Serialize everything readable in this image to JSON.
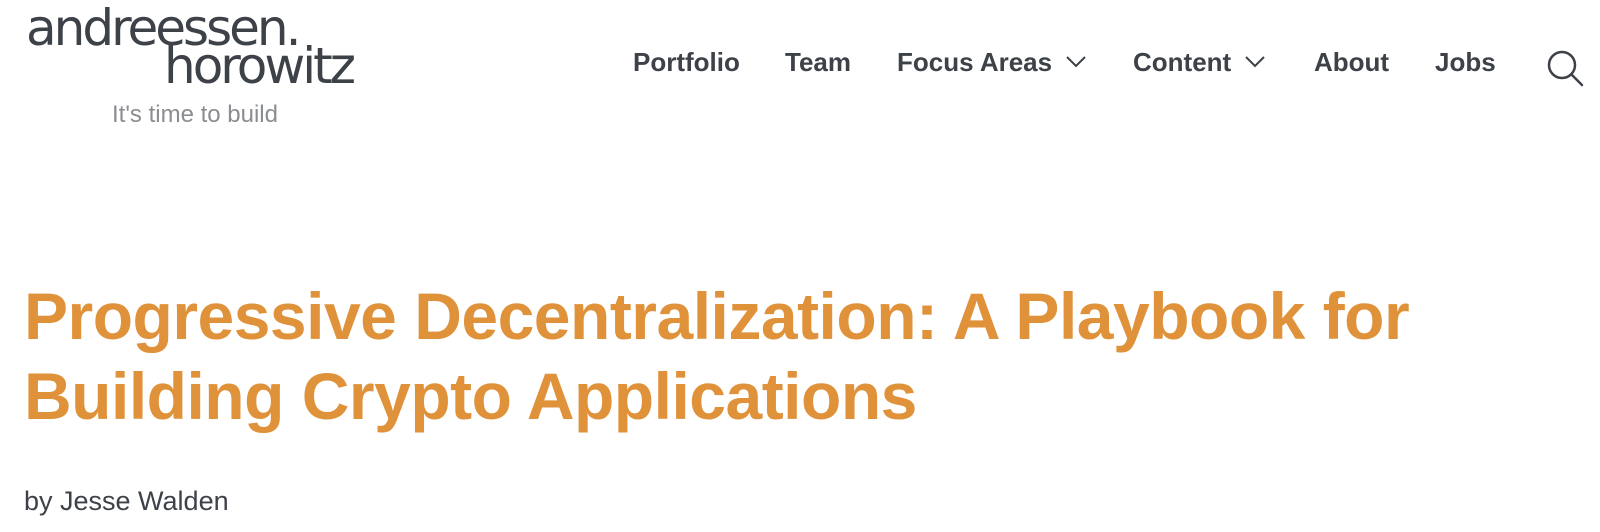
{
  "brand": {
    "logo_line1": "andreessen.",
    "logo_line2": "horowitz",
    "tagline": "It's time to build"
  },
  "nav": {
    "items": [
      {
        "label": "Portfolio",
        "has_dropdown": false
      },
      {
        "label": "Team",
        "has_dropdown": false
      },
      {
        "label": "Focus Areas",
        "has_dropdown": true
      },
      {
        "label": "Content",
        "has_dropdown": true
      },
      {
        "label": "About",
        "has_dropdown": false
      },
      {
        "label": "Jobs",
        "has_dropdown": false
      }
    ],
    "search_icon": "search-icon"
  },
  "article": {
    "title": "Progressive Decentralization: A Playbook for Building Crypto Applications",
    "byline": "by Jesse Walden"
  },
  "colors": {
    "title": "#e0923a",
    "text": "#3d4148",
    "tagline": "#8a8d91"
  }
}
